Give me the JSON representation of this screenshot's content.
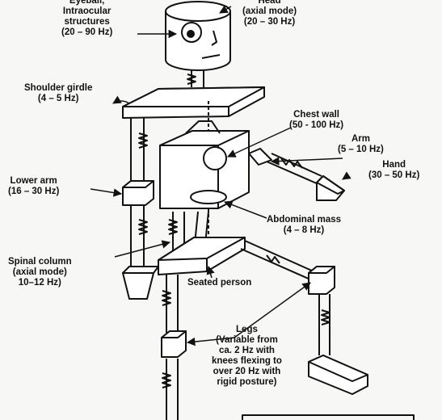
{
  "labels": {
    "eyeball": [
      "Eyeball,",
      "Intraocular",
      "structures",
      "(20 – 90 Hz)"
    ],
    "head": [
      "Head",
      "(axial mode)",
      "(20 – 30 Hz)"
    ],
    "shoulder": [
      "Shoulder girdle",
      "(4 – 5 Hz)"
    ],
    "chest": [
      "Chest wall",
      "(50 - 100 Hz)"
    ],
    "arm": [
      "Arm",
      "(5 – 10 Hz)"
    ],
    "hand": [
      "Hand",
      "(30 – 50 Hz)"
    ],
    "lower_arm": [
      "Lower arm",
      "(16 – 30 Hz)"
    ],
    "abdominal": [
      "Abdominal mass",
      "(4 – 8 Hz)"
    ],
    "spinal": [
      "Spinal column",
      "(axial mode)",
      "10–12 Hz)"
    ],
    "seated": [
      "Seated person"
    ],
    "legs": [
      "Legs",
      "(Variable from",
      "ca. 2 Hz with",
      "knees flexing to",
      "over 20 Hz with",
      "rigid posture)"
    ]
  }
}
